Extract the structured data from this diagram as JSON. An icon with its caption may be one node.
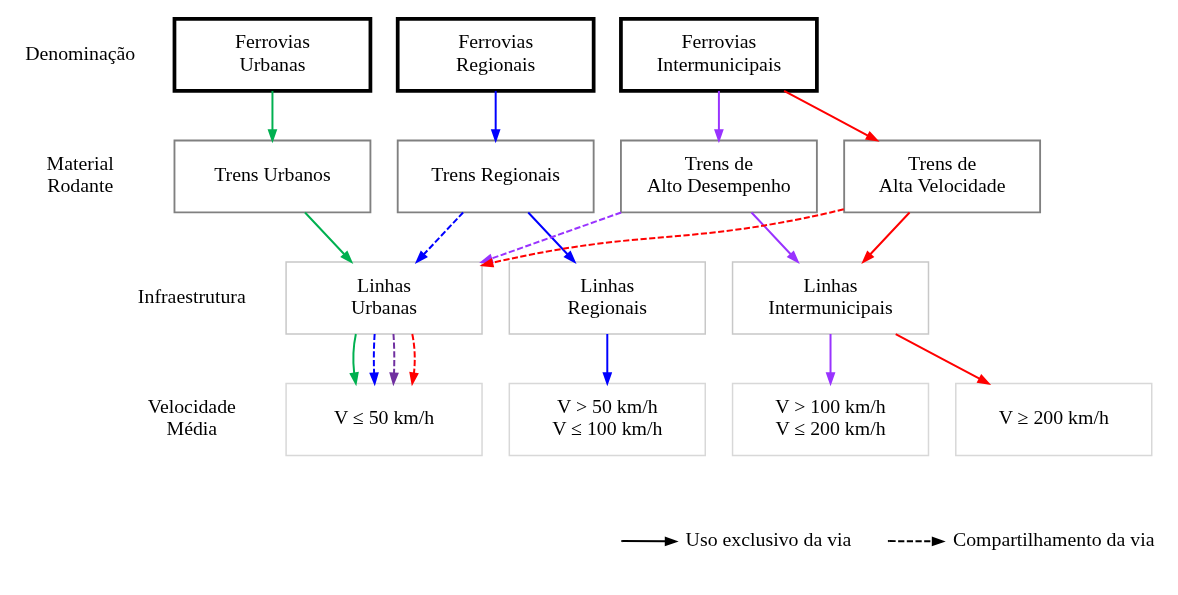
{
  "diagram": {
    "nodes": [
      {
        "text": [
          "Ferrovias Urbanas"
        ]
      },
      {
        "text": [
          "Ferrovias Regionais"
        ]
      },
      {
        "text": [
          "Ferrovias Intermunicipais"
        ]
      },
      {
        "text": [
          "Trens Urbanos"
        ]
      },
      {
        "text": [
          "Trens Regionais"
        ]
      },
      {
        "text": [
          "Trens de Alto Desempenho"
        ]
      },
      {
        "text": [
          "Trens de Alta Velocidade"
        ]
      },
      {
        "text": [
          "Linhas Urbanas"
        ]
      },
      {
        "text": [
          "Linhas Regionais"
        ]
      },
      {
        "text": [
          "Linhas Intermunicipais"
        ]
      },
      {
        "text": [
          "V ≤ 50 km/h"
        ]
      },
      {
        "text": [
          "V > 50 km/h V ≤ 100 km/h"
        ]
      },
      {
        "text": [
          "V > 100 km/h V ≤ 200 km/h"
        ]
      },
      {
        "text": [
          "V ≥ 200 km/h"
        ]
      }
    ],
    "edges": [
      {
        "from": 0,
        "to": 3,
        "arrow": "to",
        "color": "#00b050"
      },
      {
        "from": 1,
        "to": 4,
        "arrow": "to",
        "color": "#0000ff"
      },
      {
        "from": 2,
        "to": 5,
        "arrow": "to",
        "color": "#9933ff"
      },
      {
        "from": 2,
        "to": 6,
        "arrow": "to",
        "color": "#ff0000"
      },
      {
        "from": 3,
        "to": 7,
        "arrow": "to",
        "color": "#00b050"
      },
      {
        "from": 4,
        "to": 7,
        "arrow": "to",
        "style": "dashed",
        "color": "#0000ff"
      },
      {
        "from": 5,
        "to": 7,
        "arrow": "to",
        "style": "dashed",
        "color": "#9933ff"
      },
      {
        "from": 6,
        "to": 7,
        "arrow": "to",
        "style": "dashed",
        "color": "#ff0000"
      },
      {
        "from": 4,
        "to": 8,
        "arrow": "to",
        "color": "#0000ff"
      },
      {
        "from": 5,
        "to": 9,
        "arrow": "to",
        "color": "#9933ff"
      },
      {
        "from": 6,
        "to": 9,
        "arrow": "to",
        "color": "#ff0000"
      },
      {
        "from": 7,
        "to": 10,
        "arrow": "to",
        "color": "#00b050"
      },
      {
        "from": 7,
        "to": 10,
        "arrow": "to",
        "style": "dashed",
        "color": "#0000ff"
      },
      {
        "from": 7,
        "to": 10,
        "arrow": "to",
        "style": "dashed",
        "color": "#7030a0"
      },
      {
        "from": 7,
        "to": 10,
        "arrow": "to",
        "style": "dashed",
        "color": "#ff0000"
      },
      {
        "from": 8,
        "to": 11,
        "arrow": "to",
        "color": "#0000ff"
      },
      {
        "from": 9,
        "to": 12,
        "arrow": "to",
        "color": "#9933ff"
      },
      {
        "from": 9,
        "to": 13,
        "arrow": "to",
        "color": "#ff0000"
      }
    ],
    "labels": [
      "Denominação",
      "Material Rodante",
      "Infraestrutura",
      "Velocidade Média"
    ],
    "legend": [
      {
        "text": "Uso exclusivo da via"
      },
      {
        "text": "Compartilhamento da via"
      }
    ]
  }
}
